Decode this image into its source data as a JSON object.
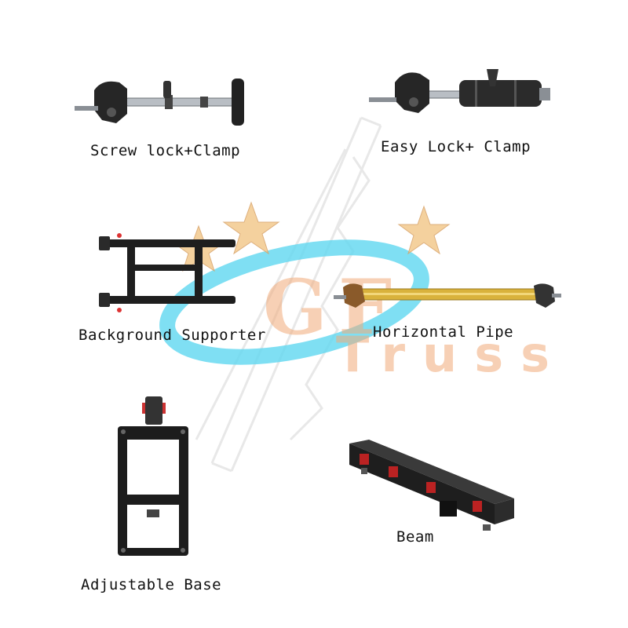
{
  "watermark": {
    "brand_main": "GF",
    "brand_sub": "Truss",
    "accent_color": "#f0b07a",
    "ring_color": "#5fd7f0"
  },
  "products": [
    {
      "label": "Screw lock+Clamp",
      "icon": "screw-lock-clamp"
    },
    {
      "label": "Easy Lock+ Clamp",
      "icon": "easy-lock-clamp"
    },
    {
      "label": "Background Supporter",
      "icon": "background-supporter"
    },
    {
      "label": "Horizontal Pipe",
      "icon": "horizontal-pipe"
    },
    {
      "label": "Adjustable Base",
      "icon": "adjustable-base"
    },
    {
      "label": "Beam",
      "icon": "beam"
    }
  ]
}
